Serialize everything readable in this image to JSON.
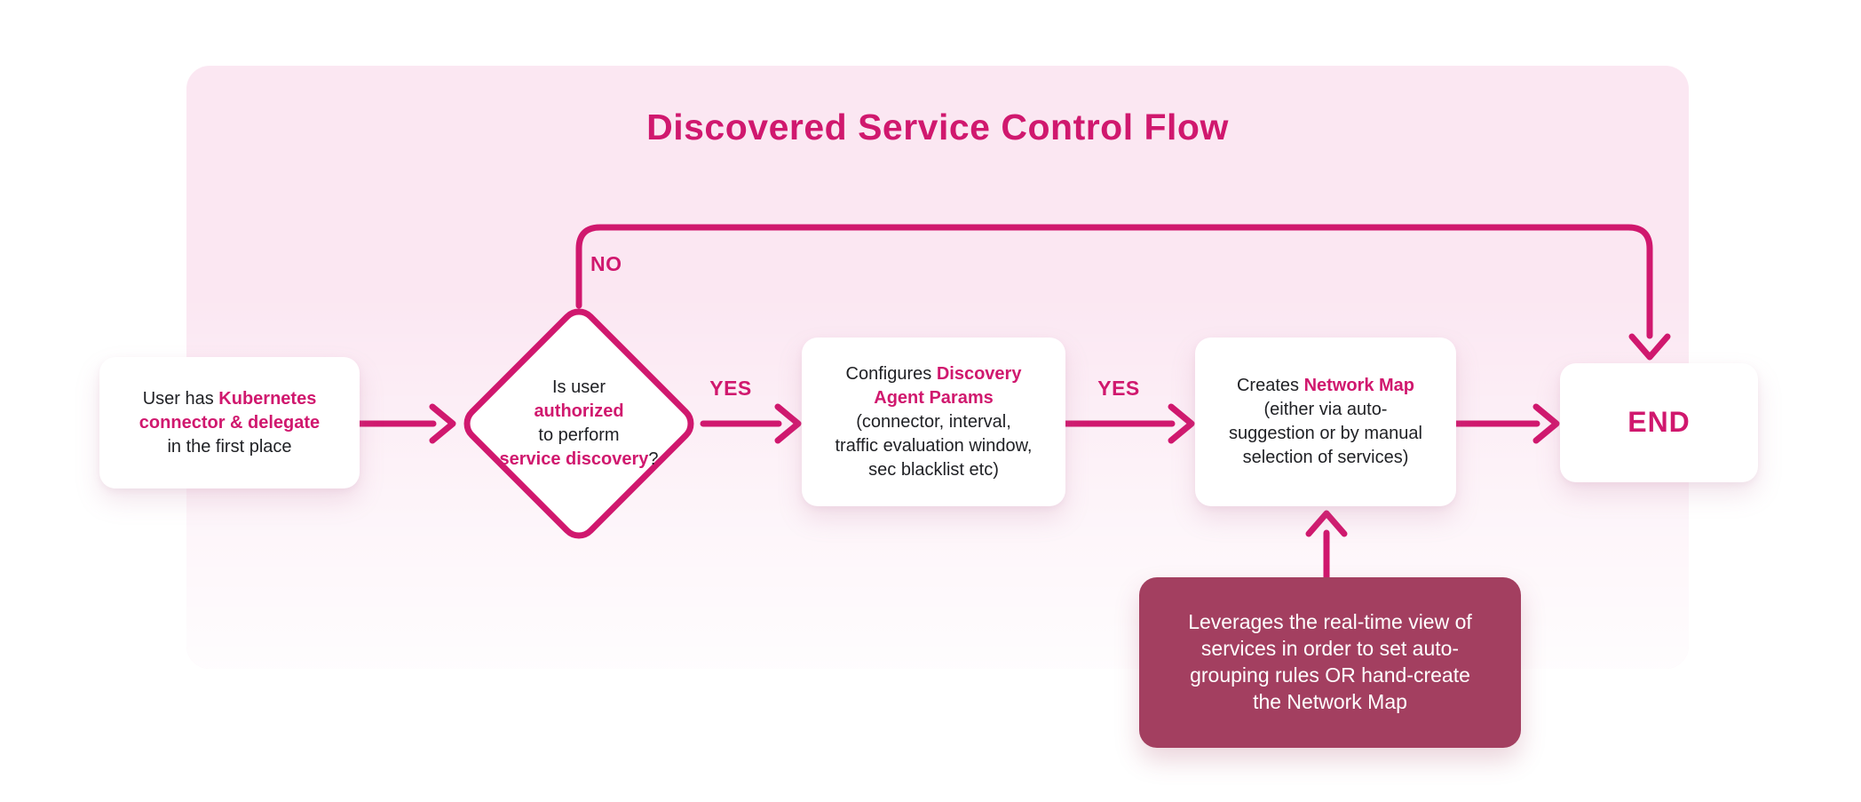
{
  "title": "Discovered Service Control Flow",
  "colors": {
    "accent": "#d0186e",
    "canvas_pink": "#fbe7f2",
    "note_background": "#a33f60",
    "node_background": "#ffffff",
    "text_dark": "#1f2024",
    "note_text": "#ffffff"
  },
  "nodes": {
    "start": {
      "lines": [
        [
          {
            "t": "User has ",
            "a": false
          },
          {
            "t": "Kubernetes",
            "a": true
          }
        ],
        [
          {
            "t": "connector & delegate",
            "a": true
          }
        ],
        [
          {
            "t": "in the first place",
            "a": false
          }
        ]
      ]
    },
    "decision": {
      "lines": [
        [
          {
            "t": "Is user",
            "a": false
          }
        ],
        [
          {
            "t": "authorized",
            "a": true
          }
        ],
        [
          {
            "t": "to perform",
            "a": false
          }
        ],
        [
          {
            "t": "service discovery",
            "a": true
          },
          {
            "t": "?",
            "a": false
          }
        ]
      ]
    },
    "configure": {
      "lines": [
        [
          {
            "t": "Configures ",
            "a": false
          },
          {
            "t": "Discovery",
            "a": true
          }
        ],
        [
          {
            "t": "Agent Params",
            "a": true
          }
        ],
        [
          {
            "t": "(connector, interval,",
            "a": false
          }
        ],
        [
          {
            "t": "traffic evaluation window,",
            "a": false
          }
        ],
        [
          {
            "t": "sec blacklist etc)",
            "a": false
          }
        ]
      ]
    },
    "create_map": {
      "lines": [
        [
          {
            "t": "Creates ",
            "a": false
          },
          {
            "t": "Network Map",
            "a": true
          }
        ],
        [
          {
            "t": "(either via auto-",
            "a": false
          }
        ],
        [
          {
            "t": "suggestion or by manual",
            "a": false
          }
        ],
        [
          {
            "t": "selection of services)",
            "a": false
          }
        ]
      ]
    },
    "end": {
      "label": "END"
    },
    "note": {
      "lines": [
        [
          {
            "t": "Leverages the real-time view of",
            "a": false
          }
        ],
        [
          {
            "t": "services in order to set auto-",
            "a": false
          }
        ],
        [
          {
            "t": "grouping rules OR hand-create",
            "a": false
          }
        ],
        [
          {
            "t": "the Network Map",
            "a": false
          }
        ]
      ]
    }
  },
  "edge_labels": {
    "no": "NO",
    "yes_decision_to_configure": "YES",
    "yes_configure_to_create": "YES"
  }
}
